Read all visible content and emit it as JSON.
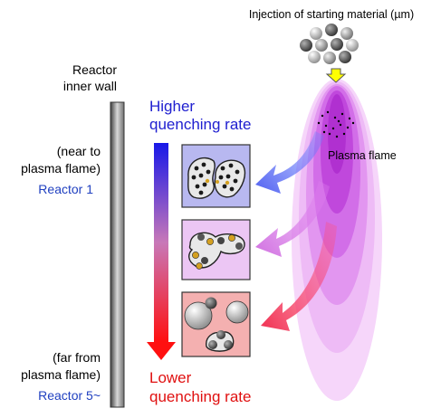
{
  "injection_label": "Injection of starting material (µm)",
  "wall_label": [
    "Reactor",
    "inner wall"
  ],
  "near_label": [
    "(near to",
    "plasma flame)"
  ],
  "reactor1_label": "Reactor 1",
  "far_label": [
    "(far from",
    "plasma flame)"
  ],
  "reactor5_label": "Reactor 5~",
  "higher_label": [
    "Higher",
    "quenching rate"
  ],
  "lower_label": [
    "Lower",
    "quenching rate"
  ],
  "plasma_label": "Plasma flame",
  "colors": {
    "higher": "#2020d0",
    "lower": "#e01010",
    "reactor": "#2040c0",
    "flame": "#c030e0"
  }
}
